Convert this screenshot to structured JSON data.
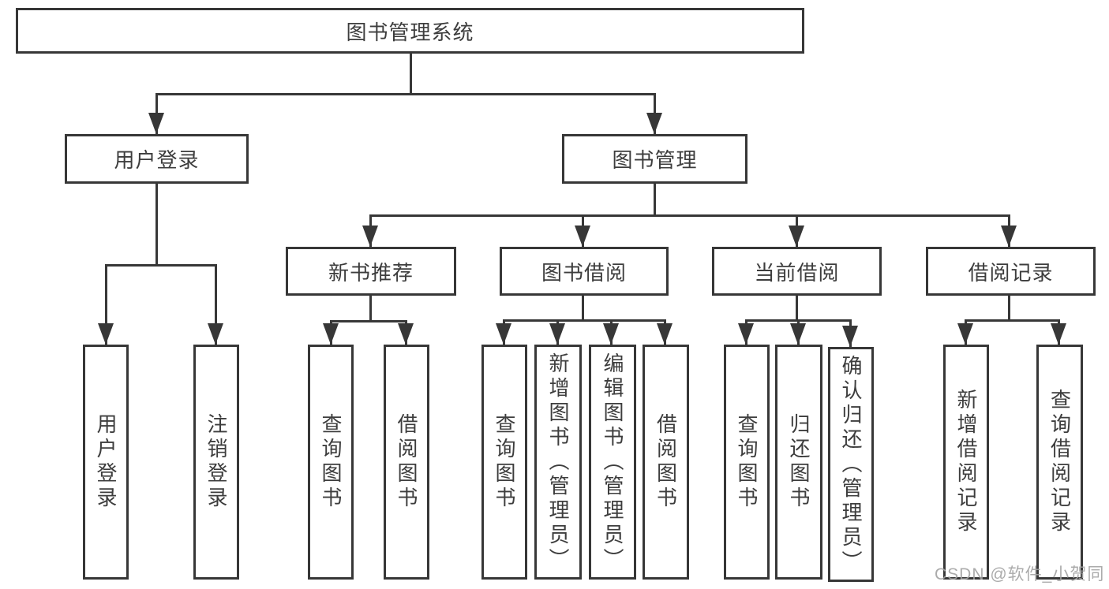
{
  "diagram": {
    "root": "图书管理系统",
    "children": [
      {
        "label": "用户登录",
        "children": [
          {
            "label": "用户登录"
          },
          {
            "label": "注销登录"
          }
        ]
      },
      {
        "label": "图书管理",
        "children": [
          {
            "label": "新书推荐",
            "children": [
              {
                "label": "查询图书"
              },
              {
                "label": "借阅图书"
              }
            ]
          },
          {
            "label": "图书借阅",
            "children": [
              {
                "label": "查询图书"
              },
              {
                "label": "新增图书（管理员）"
              },
              {
                "label": "编辑图书（管理员）"
              },
              {
                "label": "借阅图书"
              }
            ]
          },
          {
            "label": "当前借阅",
            "children": [
              {
                "label": "查询图书"
              },
              {
                "label": "归还图书"
              },
              {
                "label": "确认归还（管理员）"
              }
            ]
          },
          {
            "label": "借阅记录",
            "children": [
              {
                "label": "新增借阅记录"
              },
              {
                "label": "查询借阅记录"
              }
            ]
          }
        ]
      }
    ]
  },
  "watermark": "CSDN @软件_小贺同学",
  "colors": {
    "line": "#373737",
    "text": "#3d3d3d",
    "watermark": "#a3a3a3",
    "background": "#ffffff"
  }
}
